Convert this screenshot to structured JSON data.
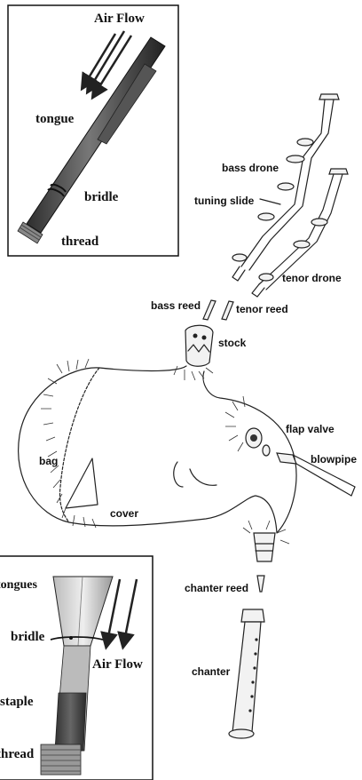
{
  "inset_top": {
    "airflow": "Air Flow",
    "tongue": "tongue",
    "bridle": "bridle",
    "thread": "thread"
  },
  "inset_bottom": {
    "tongues": "tongues",
    "bridle": "bridle",
    "airflow": "Air Flow",
    "staple": "staple",
    "thread": "thread"
  },
  "main": {
    "bass_drone": "bass drone",
    "tuning_slide": "tuning slide",
    "tenor_drone": "tenor drone",
    "bass_reed": "bass reed",
    "tenor_reed": "tenor reed",
    "stock": "stock",
    "flap_valve": "flap valve",
    "blowpipe": "blowpipe",
    "bag": "bag",
    "cover": "cover",
    "chanter_reed": "chanter reed",
    "chanter": "chanter"
  }
}
